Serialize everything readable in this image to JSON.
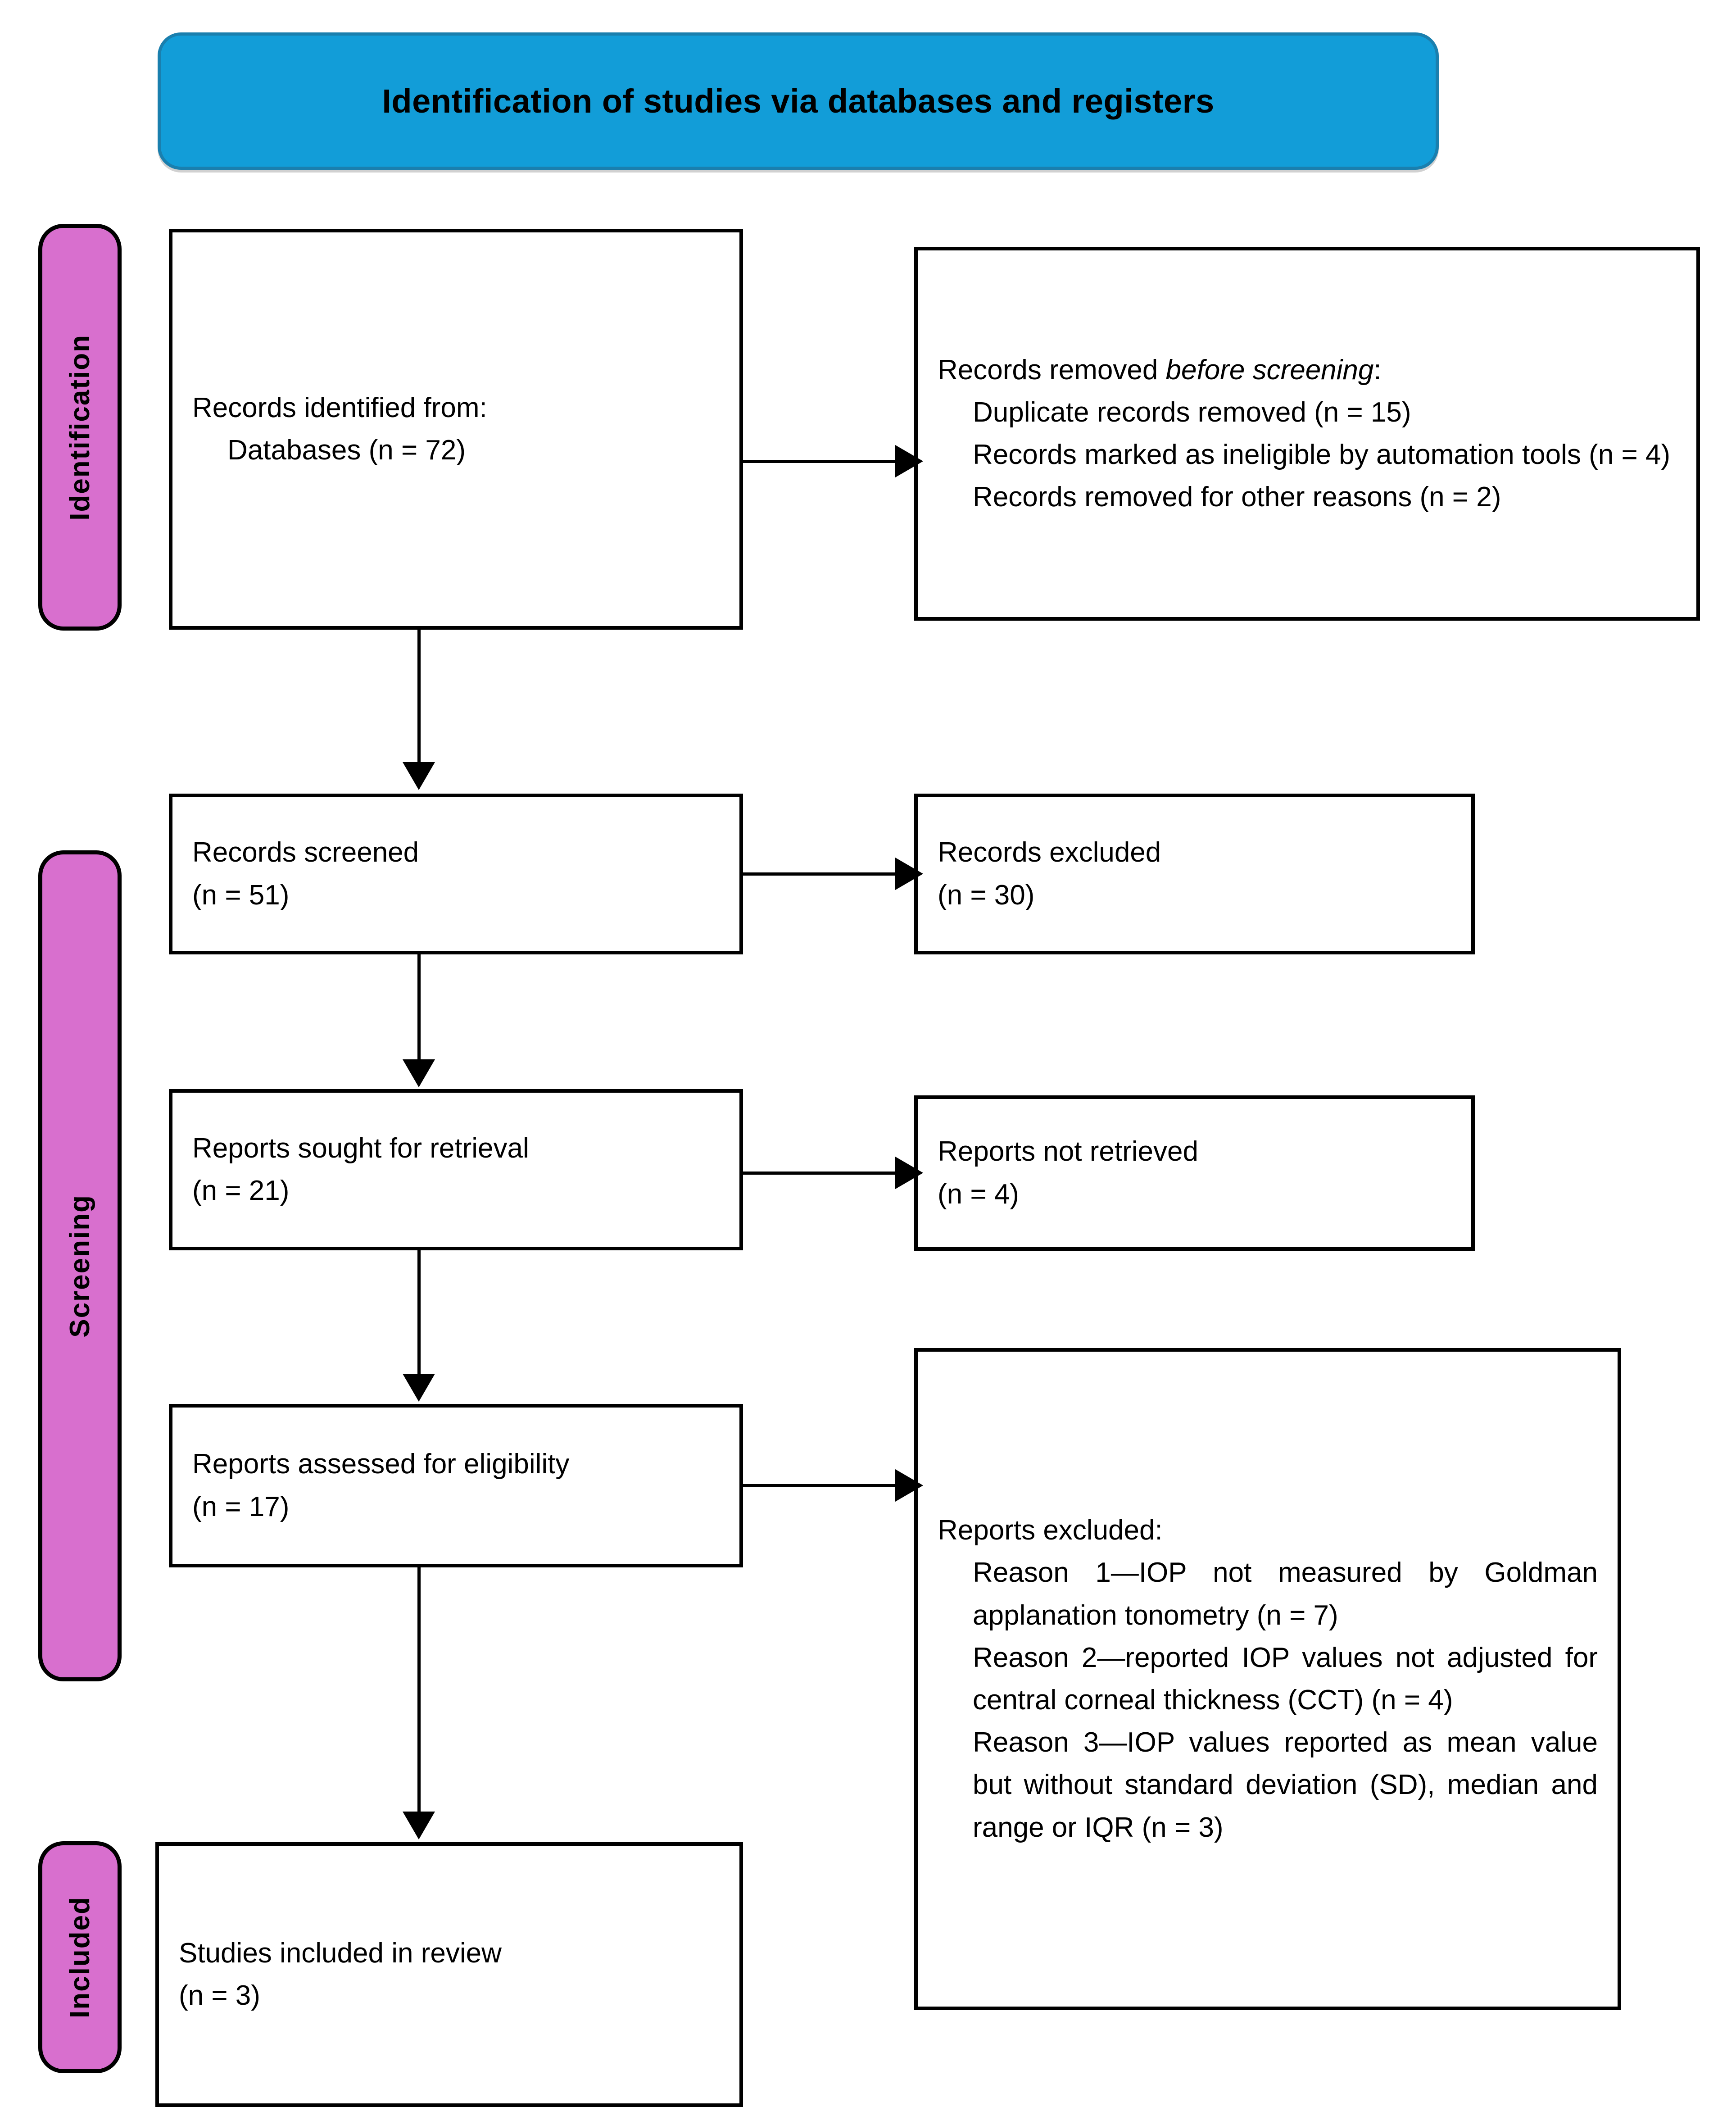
{
  "diagram": {
    "type": "PRISMA flow diagram",
    "banner": {
      "title": "Identification of studies via databases and registers"
    },
    "stage_bars": [
      {
        "id": "identification",
        "label": "Identification"
      },
      {
        "id": "screening",
        "label": "Screening"
      },
      {
        "id": "included",
        "label": "Included"
      }
    ],
    "boxes": {
      "identified": {
        "line1": "Records identified from:",
        "line2": "Databases (n = 72)"
      },
      "removed_before_screening": {
        "heading_prefix": "Records removed ",
        "heading_italic": "before screening",
        "heading_suffix": ":",
        "item1": "Duplicate records removed (n = 15)",
        "item2": "Records marked as ineligible by automation tools (n = 4)",
        "item3": "Records removed for other reasons (n = 2)"
      },
      "records_screened": {
        "line1": "Records screened",
        "line2": "(n = 51)"
      },
      "records_excluded": {
        "line1": "Records excluded",
        "line2": "(n = 30)"
      },
      "reports_sought": {
        "line1": "Reports sought for retrieval",
        "line2": "(n = 21)"
      },
      "reports_not_retrieved": {
        "line1": "Reports not retrieved",
        "line2": "(n = 4)"
      },
      "reports_assessed": {
        "line1": "Reports assessed for eligibility",
        "line2": "(n = 17)"
      },
      "reports_excluded": {
        "heading": "Reports excluded:",
        "reason1": "Reason 1—IOP not measured by Goldman applanation tonometry (n = 7)",
        "reason2": "Reason 2—reported IOP values not adjusted for central corneal thickness (CCT) (n = 4)",
        "reason3": "Reason 3—IOP values reported as mean value but without standard deviation (SD), median and range or IQR (n = 3)"
      },
      "studies_included": {
        "line1": "Studies included in review",
        "line2": "(n = 3)"
      }
    },
    "counts": {
      "records_identified_databases": 72,
      "duplicate_records_removed": 15,
      "records_ineligible_automation": 4,
      "records_removed_other": 2,
      "records_screened": 51,
      "records_excluded": 30,
      "reports_sought": 21,
      "reports_not_retrieved": 4,
      "reports_assessed": 17,
      "reports_excluded_reason1": 7,
      "reports_excluded_reason2": 4,
      "reports_excluded_reason3": 3,
      "studies_included": 3
    },
    "colors": {
      "banner_fill": "#129DD8",
      "banner_border": "#1A7FAE",
      "stage_bar_fill": "#D86FCE",
      "box_border": "#000000",
      "box_fill": "#FFFFFF",
      "connector": "#000000"
    }
  }
}
